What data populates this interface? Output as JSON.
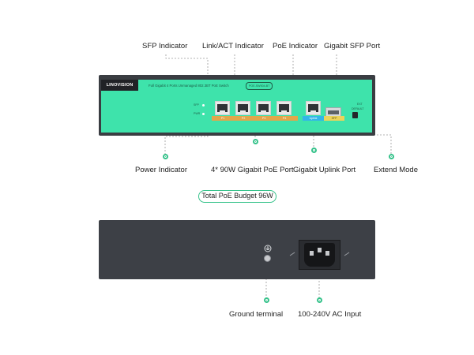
{
  "front": {
    "brand": "LINOVISION",
    "model_line": "Full Gigabit 4 Ports Unmanaged 802.3BT PoE Switch",
    "model_badge": "POE-SW504-BT",
    "led_sfp": "SFP",
    "led_pwr": "PWR",
    "port_labels": [
      "P1",
      "P2",
      "P3",
      "P4"
    ],
    "uplink_label": "Uplink",
    "sfp_label": "SFP",
    "switch_ext": "EXT",
    "switch_def": "DEFAULT"
  },
  "callouts": {
    "sfp_indicator": "SFP Indicator",
    "link_act_indicator": "Link/ACT Indicator",
    "poe_indicator": "PoE Indicator",
    "gigabit_sfp_port": "Gigabit SFP Port",
    "power_indicator": "Power Indicator",
    "gigabit_poe_port": "4* 90W Gigabit PoE Port",
    "gigabit_uplink_port": "Gigabit Uplink Port",
    "extend_mode": "Extend Mode",
    "ground_terminal": "Ground terminal",
    "ac_input": "100-240V AC Input"
  },
  "budget": "Total PoE Budget 96W",
  "colors": {
    "accent": "#35c28a",
    "panel_green": "#3ee3ab",
    "chassis": "#3a3d42",
    "poe_bar": "#e3a64a",
    "uplink_bar": "#33b6e8",
    "sfp_bar": "#ecd35a"
  }
}
